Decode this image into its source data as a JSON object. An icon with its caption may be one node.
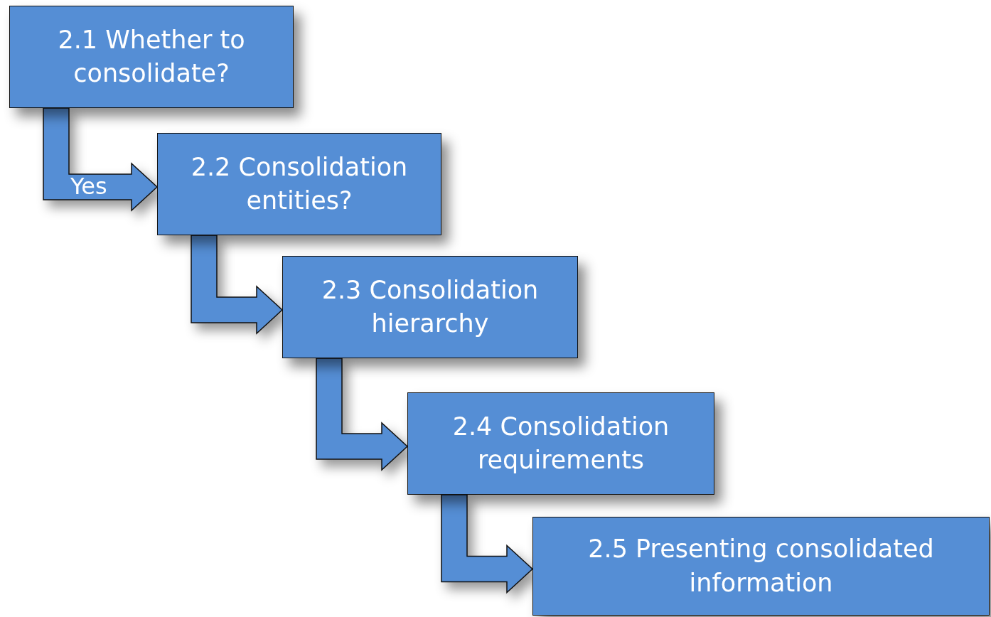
{
  "diagram": {
    "nodes": [
      {
        "text": [
          "2.1 Whether to consolidate?"
        ]
      },
      {
        "text": [
          "2.2 Consolidation entities?"
        ]
      },
      {
        "text": [
          "2.3 Consolidation hierarchy"
        ]
      },
      {
        "text": [
          "2.4 Consolidation requirements"
        ]
      },
      {
        "text": [
          "2.5 Presenting consolidated information"
        ]
      }
    ],
    "edges": [
      {
        "from": 0,
        "to": 1,
        "arrow": "to",
        "label": "Yes"
      },
      {
        "from": 1,
        "to": 2,
        "arrow": "to"
      },
      {
        "from": 2,
        "to": 3,
        "arrow": "to"
      },
      {
        "from": 3,
        "to": 4,
        "arrow": "to"
      }
    ]
  }
}
